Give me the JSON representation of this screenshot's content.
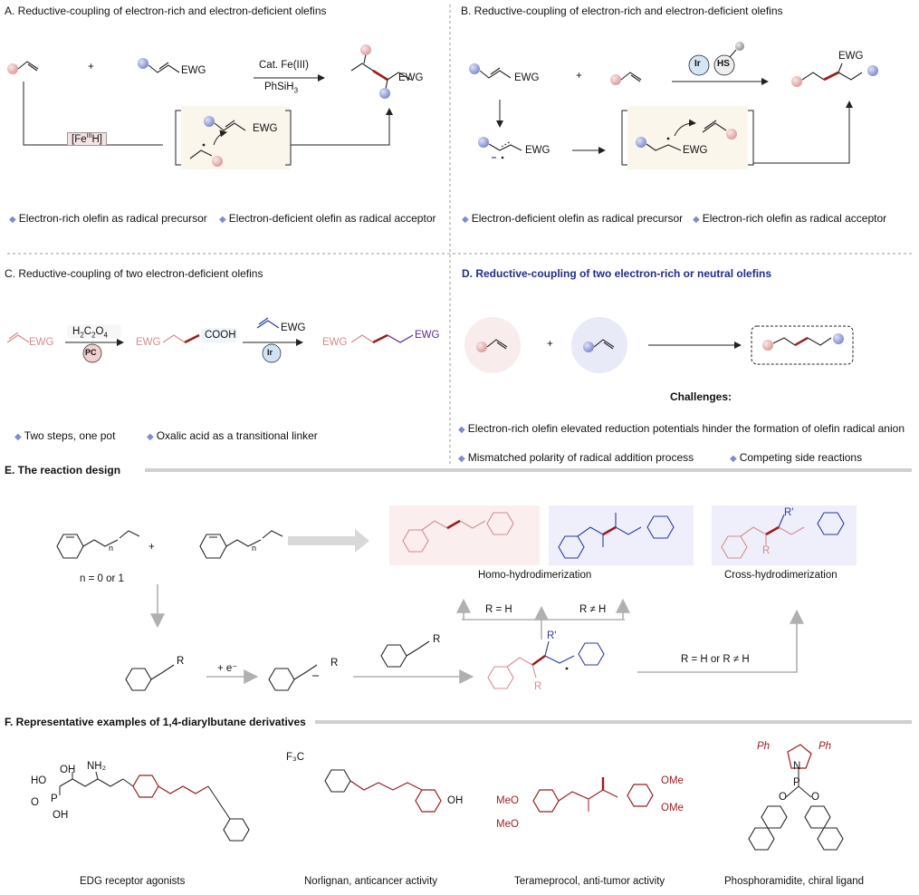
{
  "panelA": {
    "title": "A. Reductive-coupling of electron-rich and electron-deficient olefins",
    "ewg1": "EWG",
    "plus": "+",
    "reagent_top": "Cat. Fe(III)",
    "reagent_bottom": "PhSiH3",
    "catalyst": "[FeIIIH]",
    "ewg_int": "EWG",
    "ewg_prod": "EWG",
    "note1": "Electron-rich olefin as radical precursor",
    "note2": "Electron-deficient olefin as radical acceptor"
  },
  "panelB": {
    "title": "B. Reductive-coupling of electron-rich and electron-deficient olefins",
    "ewg1": "EWG",
    "plus": "+",
    "cat1": "Ir",
    "cat2": "HS",
    "ewg_prod": "EWG",
    "ewg_anion": "EWG",
    "ewg_int": "EWG",
    "note1": "Electron-deficient olefin as radical precursor",
    "note2": "Electron-rich olefin as radical acceptor"
  },
  "panelC": {
    "title": "C. Reductive-coupling of two electron-deficient olefins",
    "start": "EWG",
    "reagent1": "H2C2O4",
    "pc": "PC",
    "int_left": "EWG",
    "int_right": "COOH",
    "reagent2": "EWG",
    "ir": "Ir",
    "prod_left": "EWG",
    "prod_right": "EWG",
    "note1": "Two steps, one pot",
    "note2": "Oxalic acid as a transitional linker"
  },
  "panelD": {
    "title": "D. Reductive-coupling of two electron-rich or neutral olefins",
    "plus": "+",
    "challenges": "Challenges:",
    "c1": "Electron-rich olefin elevated reduction potentials hinder the formation of olefin radical anion",
    "c2": "Mismatched polarity of  radical addition process",
    "c3": "Competing side reactions"
  },
  "panelE": {
    "title": "E. The reaction design",
    "n1": "n",
    "n2": "n",
    "plus": "+",
    "n_def": "n = 0 or 1",
    "homo": "Homo-hydrodimerization",
    "cross": "Cross-hydrodimerization",
    "r_h": "R = H",
    "r_neq": "R ≠ H",
    "r_cond": "R = H or R ≠ H",
    "e_minus": "+ e⁻",
    "R": "R",
    "Rp": "R'"
  },
  "panelF": {
    "title": "F. Representative examples of  1,4-diarylbutane derivatives",
    "ex1": "EDG receptor agonists",
    "ex2": "Norlignan, anticancer activity",
    "ex3": "Terameprocol, anti-tumor activity",
    "ex4": "Phosphoramidite, chiral ligand",
    "ho": "HO",
    "oh": "OH",
    "oh2": "OH",
    "p": "P",
    "o": "O",
    "nh2": "NH₂",
    "f3c": "F₃C",
    "oh3": "OH",
    "meo1": "MeO",
    "meo2": "MeO",
    "ome1": "OMe",
    "ome2": "OMe",
    "ph1": "Ph",
    "ph2": "Ph",
    "n": "N",
    "p2": "P",
    "o1": "O",
    "o2": "O"
  },
  "colors": {
    "pink": "#e8b4b4",
    "blue_ball": "#8f97d6",
    "red_bond": "#9b1c1c",
    "navy": "#1f2d8c",
    "gray_arrow": "#b0b0b0"
  }
}
